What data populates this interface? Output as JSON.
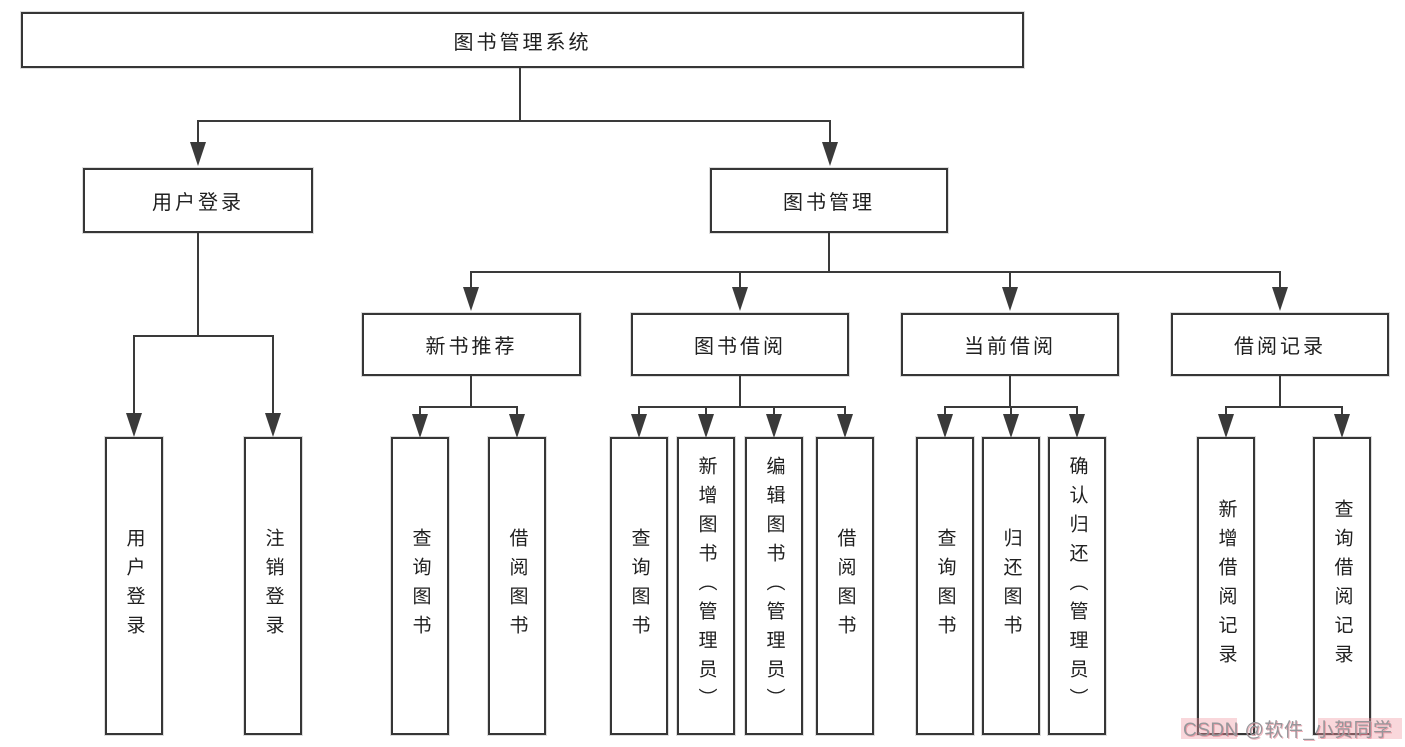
{
  "diagram": {
    "type": "tree-diagram",
    "root": {
      "label": "图书管理系统"
    },
    "branches": [
      {
        "label": "用户登录",
        "children": [
          "用户登录",
          "注销登录"
        ]
      },
      {
        "label": "图书管理",
        "sections": [
          {
            "label": "新书推荐",
            "children": [
              "查询图书",
              "借阅图书"
            ]
          },
          {
            "label": "图书借阅",
            "children": [
              "查询图书",
              "新增图书（管理员）",
              "编辑图书（管理员）",
              "借阅图书"
            ]
          },
          {
            "label": "当前借阅",
            "children": [
              "查询图书",
              "归还图书",
              "确认归还（管理员）"
            ]
          },
          {
            "label": "借阅记录",
            "children": [
              "新增借阅记录",
              "查询借阅记录"
            ]
          }
        ]
      }
    ]
  },
  "watermark": {
    "text": "CSDN @软件_小贺同学"
  },
  "colors": {
    "line": "#3a3a3a",
    "box_border": "#363636",
    "text": "#202020",
    "background": "#ffffff",
    "watermark_text": "#96969a",
    "watermark_accent": "#f096a0"
  }
}
